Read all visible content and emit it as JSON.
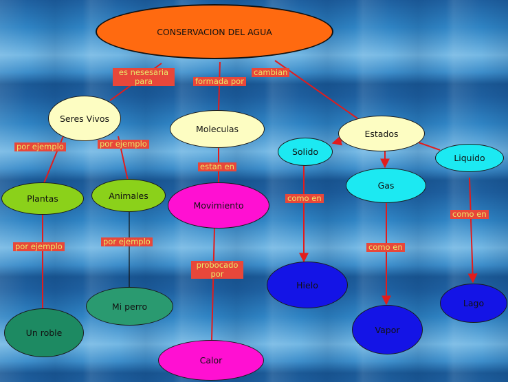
{
  "title": "CONSERVACION DEL AGUA",
  "colors": {
    "title_fill": "#ff6a10",
    "pale_yellow": "#fdfdc2",
    "lime_green": "#8bd11a",
    "magenta": "#ff10d2",
    "cyan": "#1ce9f2",
    "dark_green": "#1d8a62",
    "teal_green": "#2a9a70",
    "blue": "#1414e6",
    "connector": "#e21c1c",
    "label_bg": "#e8473a",
    "label_text": "#e9e96a"
  },
  "nodes": {
    "seres_vivos": "Seres Vivos",
    "moleculas": "Moleculas",
    "estados": "Estados",
    "solido": "Solido",
    "liquido": "Liquido",
    "gas": "Gas",
    "plantas": "Plantas",
    "animales": "Animales",
    "movimiento": "Movimiento",
    "hielo": "Hielo",
    "vapor": "Vapor",
    "lago": "Lago",
    "un_roble": "Un roble",
    "mi_perro": "Mi perro",
    "calor": "Calor"
  },
  "links": {
    "es_necesaria": "es nesesaria\npara",
    "formada_por": "formada por",
    "cambian": "cambian",
    "por_ejemplo_plantas": "por ejemplo",
    "por_ejemplo_animales": "por ejemplo",
    "estan_en": "estan en",
    "como_en_hielo": "como en",
    "como_en_vapor": "como en",
    "como_en_lago": "como en",
    "por_ejemplo_roble": "por ejemplo",
    "por_ejemplo_perro": "por ejemplo",
    "provocado_por": "probocado\npor"
  }
}
